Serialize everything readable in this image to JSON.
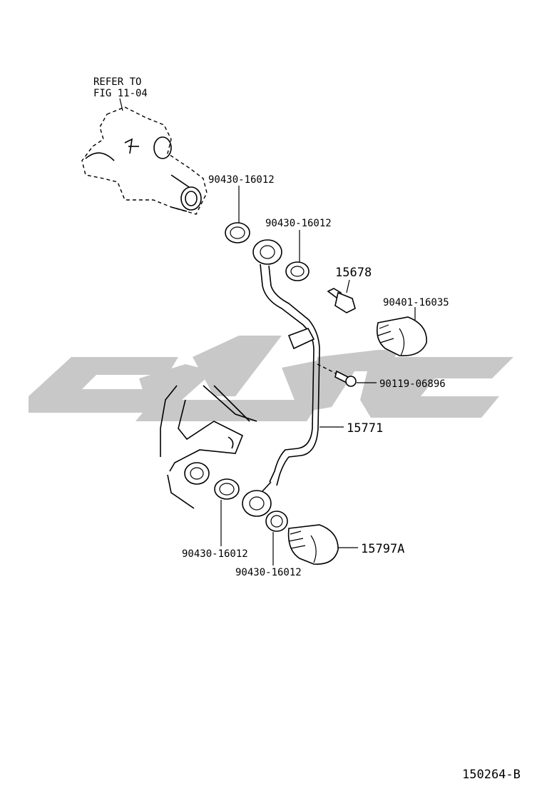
{
  "refer_note": {
    "line1": "REFER TO",
    "line2": "FIG 11-04"
  },
  "parts": {
    "gasket_upper_left": "90430-16012",
    "gasket_upper_right": "90430-16012",
    "switch": "15678",
    "union_bolt_upper": "90401-16035",
    "bolt": "90119-06896",
    "oil_pipe": "15771",
    "gasket_lower_left": "90430-16012",
    "gasket_lower_right": "90430-16012",
    "union_bolt_lower": "15797A"
  },
  "diagram_id": "150264-B",
  "watermark": {
    "color": "#c8c8c8"
  }
}
